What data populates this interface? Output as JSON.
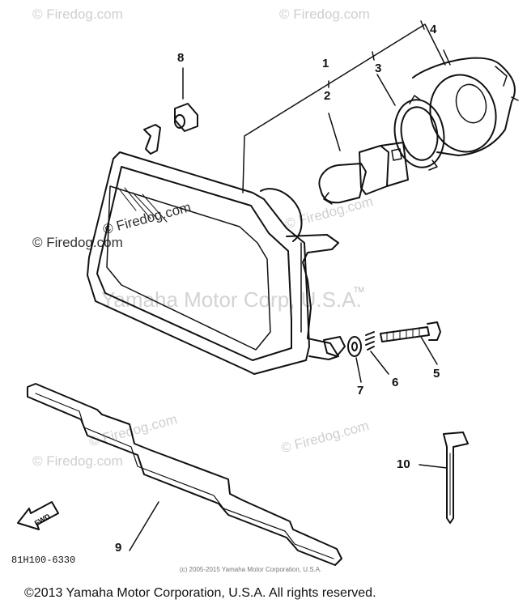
{
  "watermarks": {
    "small": "© Firedog.com",
    "center": "Yamaha Motor Corp, U.S.A.",
    "trademark": "TM"
  },
  "callouts": [
    "1",
    "2",
    "3",
    "4",
    "5",
    "6",
    "7",
    "8",
    "9",
    "10"
  ],
  "diagram_code": "81H100-6330",
  "direction_label": "FWD",
  "small_notice": "(c) 2005-2015 Yamaha Motor Corporation, U.S.A.",
  "footer": "©2013 Yamaha Motor Corporation, U.S.A. All rights reserved.",
  "colors": {
    "line": "#111111",
    "watermark": "#cfcfcf"
  }
}
